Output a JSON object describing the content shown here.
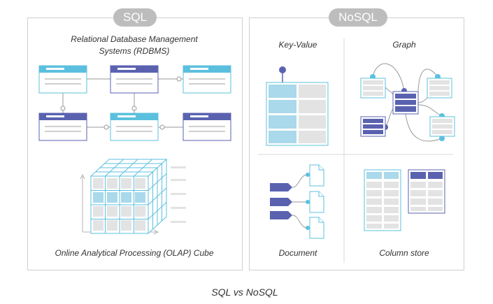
{
  "sql": {
    "badge": "SQL",
    "rdbms_label": "Relational Database Management\nSystems (RDBMS)",
    "olap_label": "Online Analytical Processing (OLAP) Cube"
  },
  "nosql": {
    "badge": "NoSQL",
    "quadrants": {
      "key_value": "Key-Value",
      "graph": "Graph",
      "document": "Document",
      "column_store": "Column store"
    }
  },
  "caption": "SQL vs NoSQL",
  "colors": {
    "light_blue": "#5bc0de",
    "cell_blue": "#a9d9ea",
    "indigo": "#5a62b0",
    "grey_cell": "#e3e3e3",
    "pill_grey": "#bdbdbd",
    "line_grey": "#999999"
  }
}
